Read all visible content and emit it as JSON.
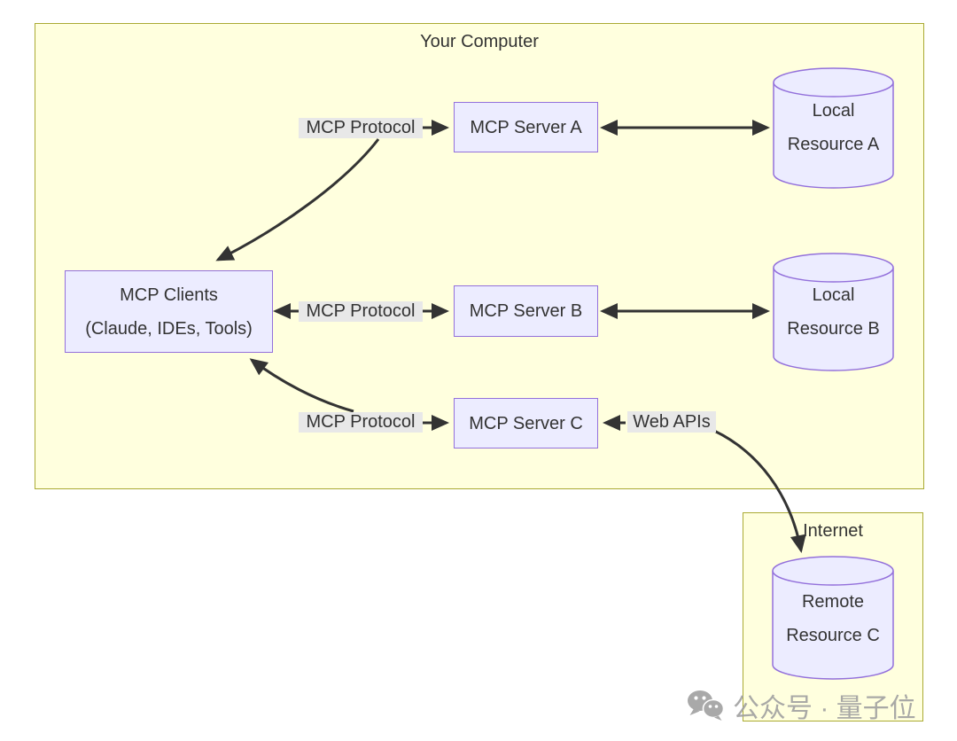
{
  "clusters": {
    "computer": {
      "title": "Your Computer"
    },
    "internet": {
      "title": "Internet"
    }
  },
  "nodes": {
    "clients": {
      "line1": "MCP Clients",
      "line2": "(Claude, IDEs, Tools)"
    },
    "serverA": {
      "label": "MCP Server A"
    },
    "serverB": {
      "label": "MCP Server B"
    },
    "serverC": {
      "label": "MCP Server C"
    },
    "resourceA": {
      "line1": "Local",
      "line2": "Resource A"
    },
    "resourceB": {
      "line1": "Local",
      "line2": "Resource B"
    },
    "resourceC": {
      "line1": "Remote",
      "line2": "Resource C"
    }
  },
  "edge_labels": {
    "protocol1": "MCP Protocol",
    "protocol2": "MCP Protocol",
    "protocol3": "MCP Protocol",
    "webapis": "Web APIs"
  },
  "watermark": {
    "icon": "wechat-icon",
    "text": "公众号 · 量子位"
  },
  "colors": {
    "node_fill": "#ECECFF",
    "node_border": "#9370DB",
    "cluster_fill": "#FFFFDE",
    "cluster_border": "#AAAA33",
    "arrow": "#333333",
    "edge_label_bg": "#E8E8E8",
    "text": "#333333",
    "watermark": "#A0A0A0"
  }
}
